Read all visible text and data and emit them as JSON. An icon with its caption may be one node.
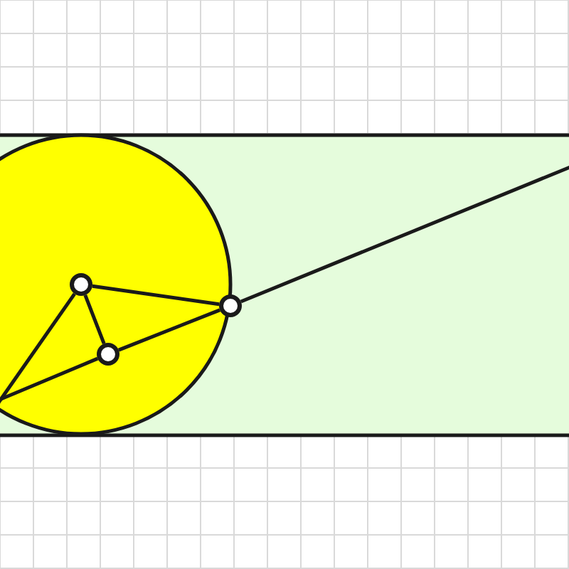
{
  "diagram": {
    "nodes": [
      {
        "text": [],
        "shape": "circle"
      },
      {
        "text": [],
        "shape": "circle"
      },
      {
        "text": [],
        "shape": "circle"
      }
    ],
    "edges": [
      {
        "from": 0,
        "to": 2,
        "arrow": "none"
      },
      {
        "from": 0,
        "to": 1,
        "arrow": "none"
      },
      {
        "from": 1,
        "to": 2,
        "arrow": "none"
      },
      {
        "from": null,
        "to": 0,
        "arrow": "none"
      },
      {
        "from": null,
        "to": 1,
        "arrow": "none"
      },
      {
        "from": 2,
        "to": null,
        "arrow": "none"
      }
    ]
  }
}
